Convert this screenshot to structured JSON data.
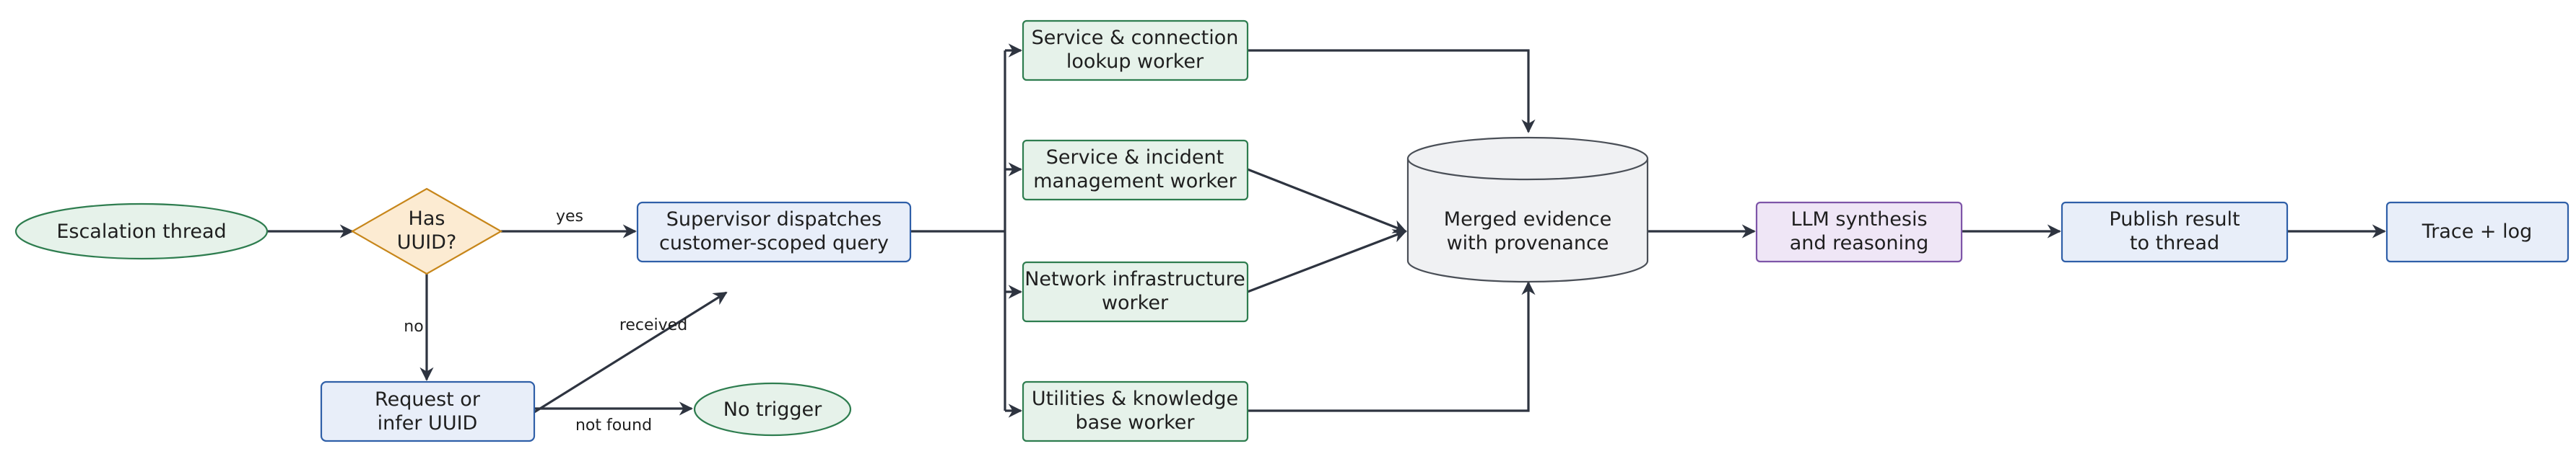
{
  "nodes": {
    "escalation": {
      "label": "Escalation thread"
    },
    "has_uuid": {
      "line1": "Has",
      "line2": "UUID?"
    },
    "supervisor": {
      "line1": "Supervisor dispatches",
      "line2": "customer-scoped query"
    },
    "request_uuid": {
      "line1": "Request or",
      "line2": "infer UUID"
    },
    "no_trigger": {
      "label": "No trigger"
    },
    "worker_service_connection": {
      "line1": "Service & connection",
      "line2": "lookup worker"
    },
    "worker_incident": {
      "line1": "Service & incident",
      "line2": "management worker"
    },
    "worker_network": {
      "line1": "Network infrastructure",
      "line2": "worker"
    },
    "worker_utilities": {
      "line1": "Utilities & knowledge",
      "line2": "base worker"
    },
    "merged_evidence": {
      "line1": "Merged evidence",
      "line2": "with provenance"
    },
    "llm_synthesis": {
      "line1": "LLM synthesis",
      "line2": "and reasoning"
    },
    "publish": {
      "line1": "Publish result",
      "line2": "to thread"
    },
    "trace_log": {
      "label": "Trace + log"
    }
  },
  "edges": {
    "yes": "yes",
    "no": "no",
    "received": "received",
    "not_found": "not found"
  },
  "colors": {
    "green_fill": "#e6f2ea",
    "green_stroke": "#2e7d4f",
    "orange_fill": "#fcebd2",
    "orange_stroke": "#c7861a",
    "blue_fill": "#e8eef9",
    "blue_stroke": "#2f5fa8",
    "purple_fill": "#efe6f6",
    "purple_stroke": "#7e55a8",
    "gray_fill": "#f0f1f3",
    "gray_stroke": "#4a4f57",
    "edge": "#2e3440"
  }
}
